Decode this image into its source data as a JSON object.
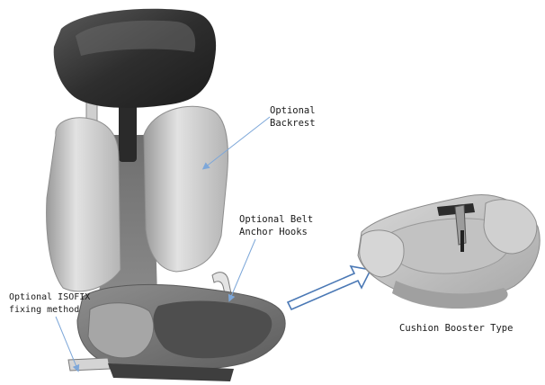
{
  "callouts": {
    "backrest": {
      "line1": "Optional",
      "line2": "Backrest"
    },
    "belt_hooks": {
      "line1": "Optional Belt",
      "line2": "Anchor Hooks"
    },
    "isofix": {
      "line1": "Optional ISOFIX",
      "line2": "fixing method"
    },
    "cushion": {
      "text": "Cushion Booster Type"
    }
  },
  "colors": {
    "shell": "#c9c9c9",
    "shell_dark": "#3a3a3a",
    "seat_mid": "#8c8c8c",
    "callout_line": "#7da7d9",
    "arrow": "#4a78b5"
  }
}
